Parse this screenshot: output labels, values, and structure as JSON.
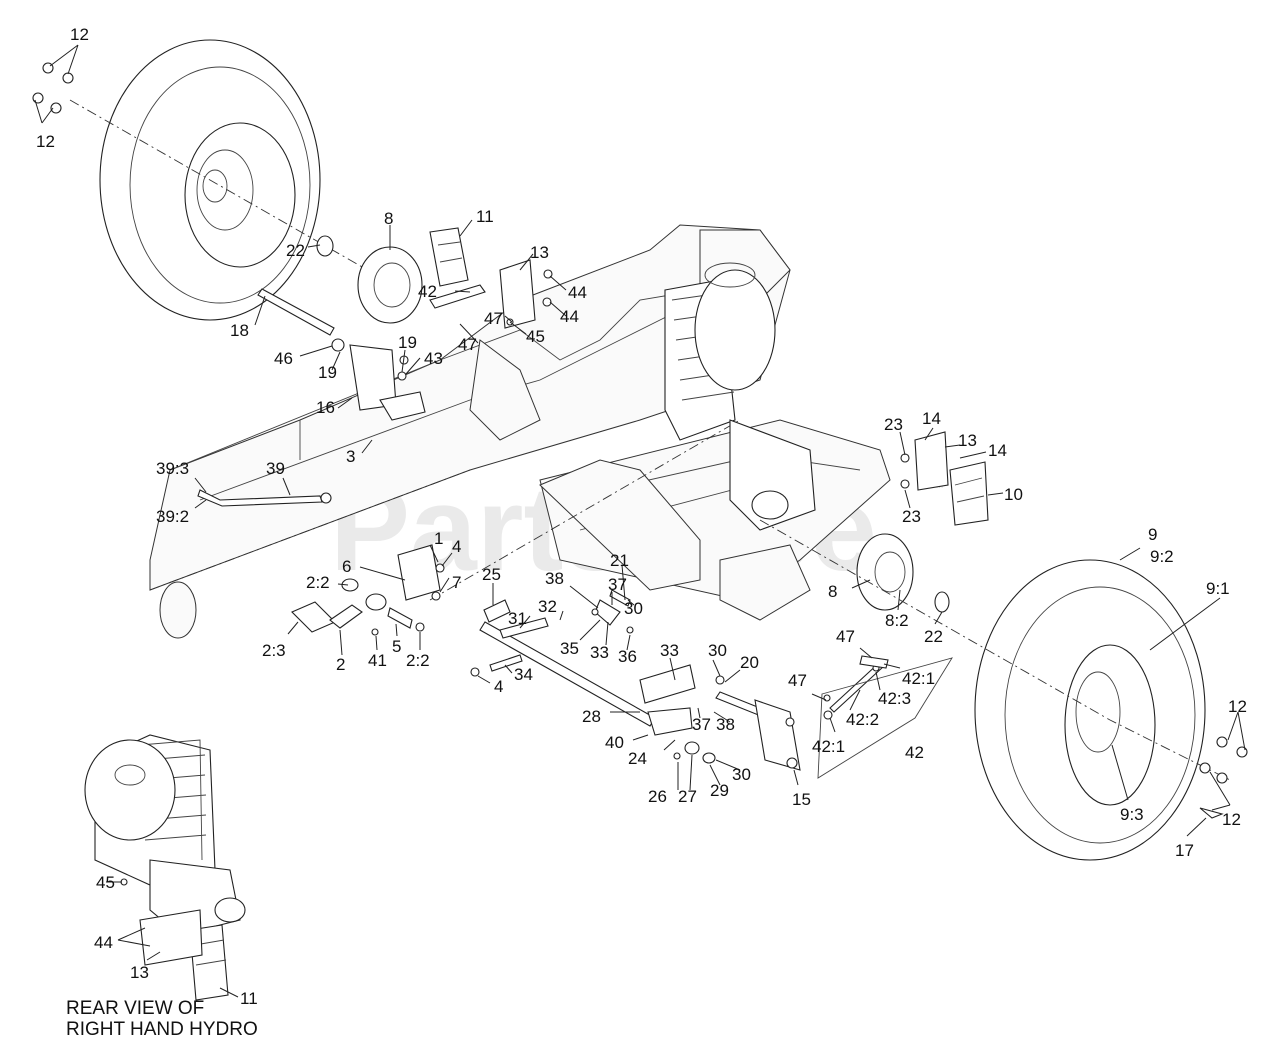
{
  "watermark": {
    "text": "PartsTree",
    "tm": "™"
  },
  "caption": {
    "line1": "REAR VIEW OF",
    "line2": "RIGHT HAND HYDRO"
  },
  "callouts": [
    "12",
    "12",
    "8",
    "11",
    "22",
    "13",
    "42",
    "44",
    "44",
    "47",
    "45",
    "47",
    "18",
    "46",
    "19",
    "19",
    "43",
    "16",
    "3",
    "39:3",
    "39",
    "39:2",
    "23",
    "14",
    "13",
    "14",
    "10",
    "23",
    "9",
    "9:2",
    "9:1",
    "1",
    "4",
    "6",
    "7",
    "2:2",
    "2:3",
    "2",
    "41",
    "5",
    "2:2",
    "25",
    "21",
    "38",
    "37",
    "30",
    "32",
    "31",
    "35",
    "33",
    "36",
    "8",
    "8:2",
    "22",
    "4",
    "34",
    "33",
    "30",
    "20",
    "47",
    "42:1",
    "47",
    "42:3",
    "42:2",
    "28",
    "37",
    "38",
    "40",
    "24",
    "26",
    "27",
    "29",
    "30",
    "42:1",
    "42",
    "15",
    "12",
    "9:3",
    "12",
    "17",
    "45",
    "44",
    "13",
    "11"
  ]
}
